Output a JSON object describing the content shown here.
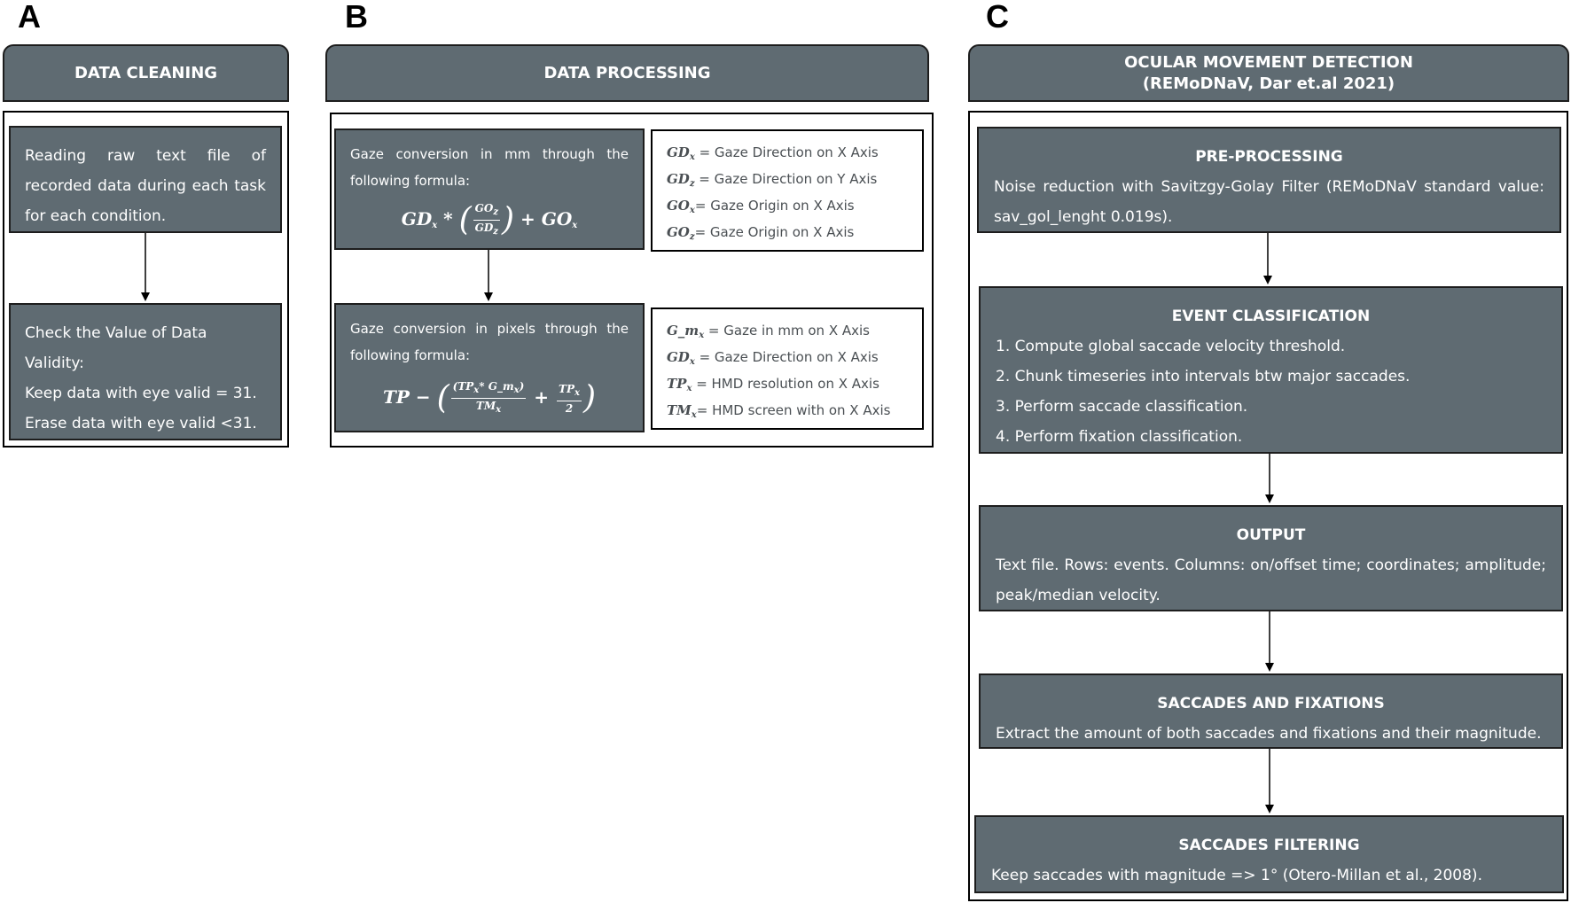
{
  "panels": {
    "a": {
      "letter": "A",
      "header": "DATA CLEANING",
      "box1": "Reading raw text file of recorded data during each task for each condition.",
      "box2_line1": "Check the Value of Data Validity:",
      "box2_line2": "Keep data with eye valid = 31.",
      "box2_line3": "Erase data with eye valid <31."
    },
    "b": {
      "letter": "B",
      "header": "DATA PROCESSING",
      "box1_text": "Gaze conversion in mm through the following formula:",
      "formula1": {
        "lhs": "GD",
        "lhs_sub": "x",
        "op1": "*",
        "num": "GO",
        "num_sub": "z",
        "den": "GD",
        "den_sub": "z",
        "op2": "+",
        "rhs": "GO",
        "rhs_sub": "x"
      },
      "legend1": [
        {
          "sym": "GD",
          "sub": "x",
          "text": " = Gaze Direction on X Axis"
        },
        {
          "sym": "GD",
          "sub": "z",
          "text": " = Gaze Direction on Y Axis"
        },
        {
          "sym": "GO",
          "sub": "x",
          "text": "= Gaze Origin on X Axis"
        },
        {
          "sym": "GO",
          "sub": "z",
          "text": "= Gaze Origin on X Axis"
        }
      ],
      "box2_text": "Gaze conversion in pixels through the following formula:",
      "formula2": {
        "tp": "TP",
        "minus": "−",
        "num": "(TP",
        "num_sub": "x",
        "num_rest": "* G_m",
        "num_sub2": "x",
        "num_close": ")",
        "den": "TM",
        "den_sub": "x",
        "plus": "+",
        "num2": "TP",
        "num2_sub": "x",
        "den2": "2"
      },
      "legend2": [
        {
          "sym": "G_m",
          "sub": "x",
          "text": " = Gaze in mm on X Axis"
        },
        {
          "sym": "GD",
          "sub": "x",
          "text": " = Gaze Direction on X Axis"
        },
        {
          "sym": "TP",
          "sub": "x",
          "text": " = HMD resolution on X Axis"
        },
        {
          "sym": "TM",
          "sub": "x",
          "text": "= HMD screen with on X Axis"
        }
      ]
    },
    "c": {
      "letter": "C",
      "header_line1": "OCULAR MOVEMENT DETECTION",
      "header_line2": "(REMoDNaV, Dar et.al 2021)",
      "pre": {
        "title": "PRE-PROCESSING",
        "text": "Noise reduction with Savitzgy-Golay Filter (REMoDNaV standard value: sav_gol_lenght 0.019s)."
      },
      "event": {
        "title": "EVENT CLASSIFICATION",
        "items": [
          "1. Compute global saccade velocity threshold.",
          "2. Chunk timeseries into intervals btw major saccades.",
          "3. Perform saccade classification.",
          "4. Perform fixation classification."
        ]
      },
      "output": {
        "title": "OUTPUT",
        "text": "Text file. Rows: events. Columns: on/offset time; coordinates; amplitude; peak/median velocity."
      },
      "saccades": {
        "title": "SACCADES AND FIXATIONS",
        "text": "Extract the amount of both saccades and fixations and their magnitude."
      },
      "filtering": {
        "title": "SACCADES FILTERING",
        "text": "Keep saccades with magnitude => 1° (Otero-Millan et al., 2008)."
      }
    }
  }
}
